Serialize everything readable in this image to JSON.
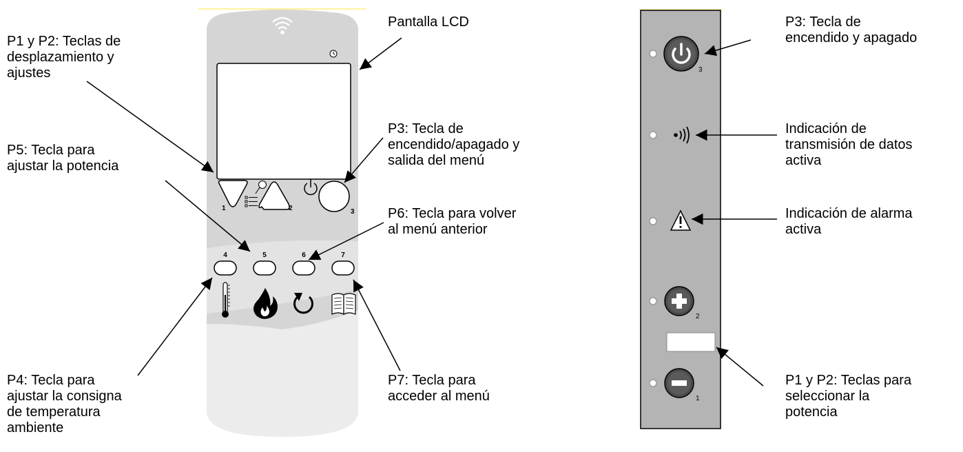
{
  "remote": {
    "labels": {
      "lcd": "Pantalla LCD",
      "p1p2": "P1 y P2: Teclas de\ndesplazamiento y\najustes",
      "p5": "P5: Tecla para\najustar la potencia",
      "p3": "P3: Tecla de\nencendido/apagado y\nsalida del menú",
      "p6": "P6: Tecla para volver\nal menú anterior",
      "p4": "P4: Tecla para\najustar la consigna\nde temperatura\nambiente",
      "p7": "P7: Tecla para\nacceder al menú"
    },
    "key_numbers": {
      "k1": "1",
      "k2": "2",
      "k3": "3",
      "k4": "4",
      "k5": "5",
      "k6": "6",
      "k7": "7"
    }
  },
  "panel": {
    "labels": {
      "p3": "P3: Tecla de\nencendido y apagado",
      "tx": "Indicación de\ntransmisión de datos\nactiva",
      "alarm": "Indicación de alarma\nactiva",
      "p1p2": "P1 y P2: Teclas para\nseleccionar la\npotencia"
    },
    "key_numbers": {
      "k3": "3",
      "k2": "2",
      "k1": "1"
    }
  },
  "colors": {
    "remote_light": "#ececec",
    "remote_dark": "#d0d0d0",
    "panel_body": "#b4b4b4",
    "button_dark": "#4a4a4a",
    "accent_yellow": "#fff3a0"
  }
}
